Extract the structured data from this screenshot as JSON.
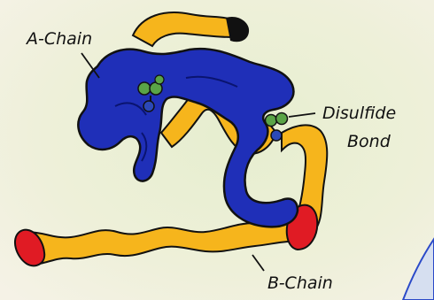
{
  "labels": {
    "a_chain": "A-Chain",
    "disulfide_line1": "Disulfide",
    "disulfide_line2": "Bond",
    "b_chain": "B-Chain"
  },
  "colors": {
    "paper": "#f3f1e4",
    "paper_wash": "#e3ecc9",
    "a_chain": "#1f2fb8",
    "a_chain_end": "#111111",
    "b_chain": "#f6b51c",
    "b_chain_ends": "#e01b24",
    "disulfide_atoms": "#5aa447",
    "disulfide_stub": "#2c49b8",
    "outline": "#111111"
  }
}
